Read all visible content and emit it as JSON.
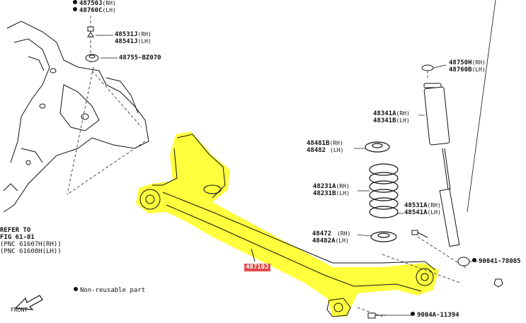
{
  "parts": {
    "p48750J": "48750J",
    "p48750J_side": "(RH)",
    "p48760C": "48760C",
    "p48760C_side": "(LH)",
    "p48531J": "48531J",
    "p48531J_side": "(RH)",
    "p48541J": "48541J",
    "p48541J_side": "(LH)",
    "p48755": "48755-BZ070",
    "p48750H": "48750H",
    "p48750H_side": "(RH)",
    "p48760B": "48760B",
    "p48760B_side": "(LH)",
    "p48341A": "48341A",
    "p48341A_side": "(RH)",
    "p48341B": "48341B",
    "p48341B_side": "(LH)",
    "p48481B": "48481B",
    "p48481B_side": "(RH)",
    "p48482": "48482",
    "p48482_side": "(LH)",
    "p48231A": "48231A",
    "p48231A_side": "(RH)",
    "p48231B": "48231B",
    "p48231B_side": "(LH)",
    "p48531A": "48531A",
    "p48531A_side": "(RH)",
    "p48541A": "48541A",
    "p48541A_side": "(LH)",
    "p48472": "48472",
    "p48472_side": "(RH)",
    "p48482A": "48482A",
    "p48482A_side": "(LH)",
    "p90041": "90041-78085",
    "p9004A": "9004A-11394",
    "p48710J": "48710J"
  },
  "refer": {
    "line1": "REFER TO",
    "line2": "FIG 61-01",
    "line3": "(PNC 61607H(RH))",
    "line4": "(PNC 61608H(LH))"
  },
  "legend_text": "Non-reusable part",
  "front_text": "FRONT",
  "highlight_color": "#ffff33"
}
